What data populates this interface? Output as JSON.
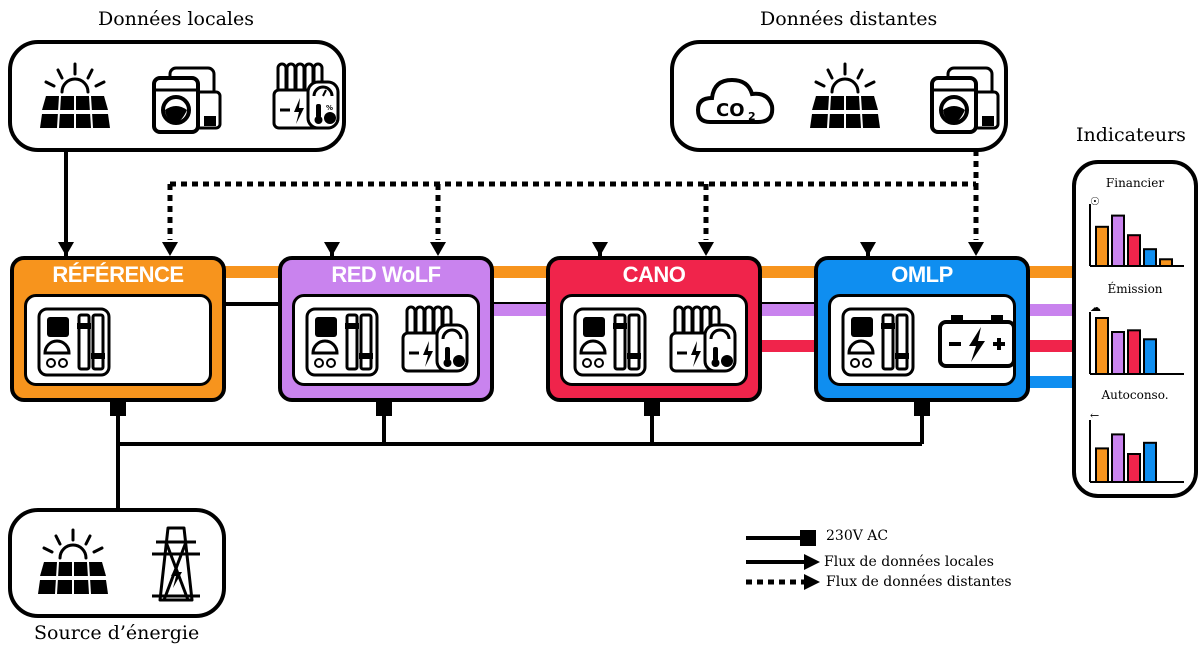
{
  "captions": {
    "local_data": "Données locales",
    "remote_data": "Données distantes",
    "indicators": "Indicateurs",
    "energy_source": "Source d’énergie"
  },
  "systems": [
    {
      "name": "RÉFÉRENCE",
      "color": "#f7941d"
    },
    {
      "name": "RED WoLF",
      "color": "#c983ee"
    },
    {
      "name": "CANO",
      "color": "#f0244b"
    },
    {
      "name": "OMLP",
      "color": "#0f8ef0"
    }
  ],
  "indicators": {
    "financial": "Financier",
    "emission": "Émission",
    "self_consumption": "Autoconso."
  },
  "indicator_charts": [
    {
      "values": [
        0.7,
        0.9,
        0.55,
        0.3,
        0.12
      ]
    },
    {
      "values": [
        1.0,
        0.75,
        0.78,
        0.62
      ]
    },
    {
      "values": [
        0.6,
        0.85,
        0.5,
        0.7
      ]
    }
  ],
  "legend": {
    "power": "230V AC",
    "local_flow": "Flux de données locales",
    "remote_flow": "Flux de données distantes"
  },
  "co2_label": "CO",
  "co2_sub": "2",
  "colors": {
    "black": "#000000"
  }
}
